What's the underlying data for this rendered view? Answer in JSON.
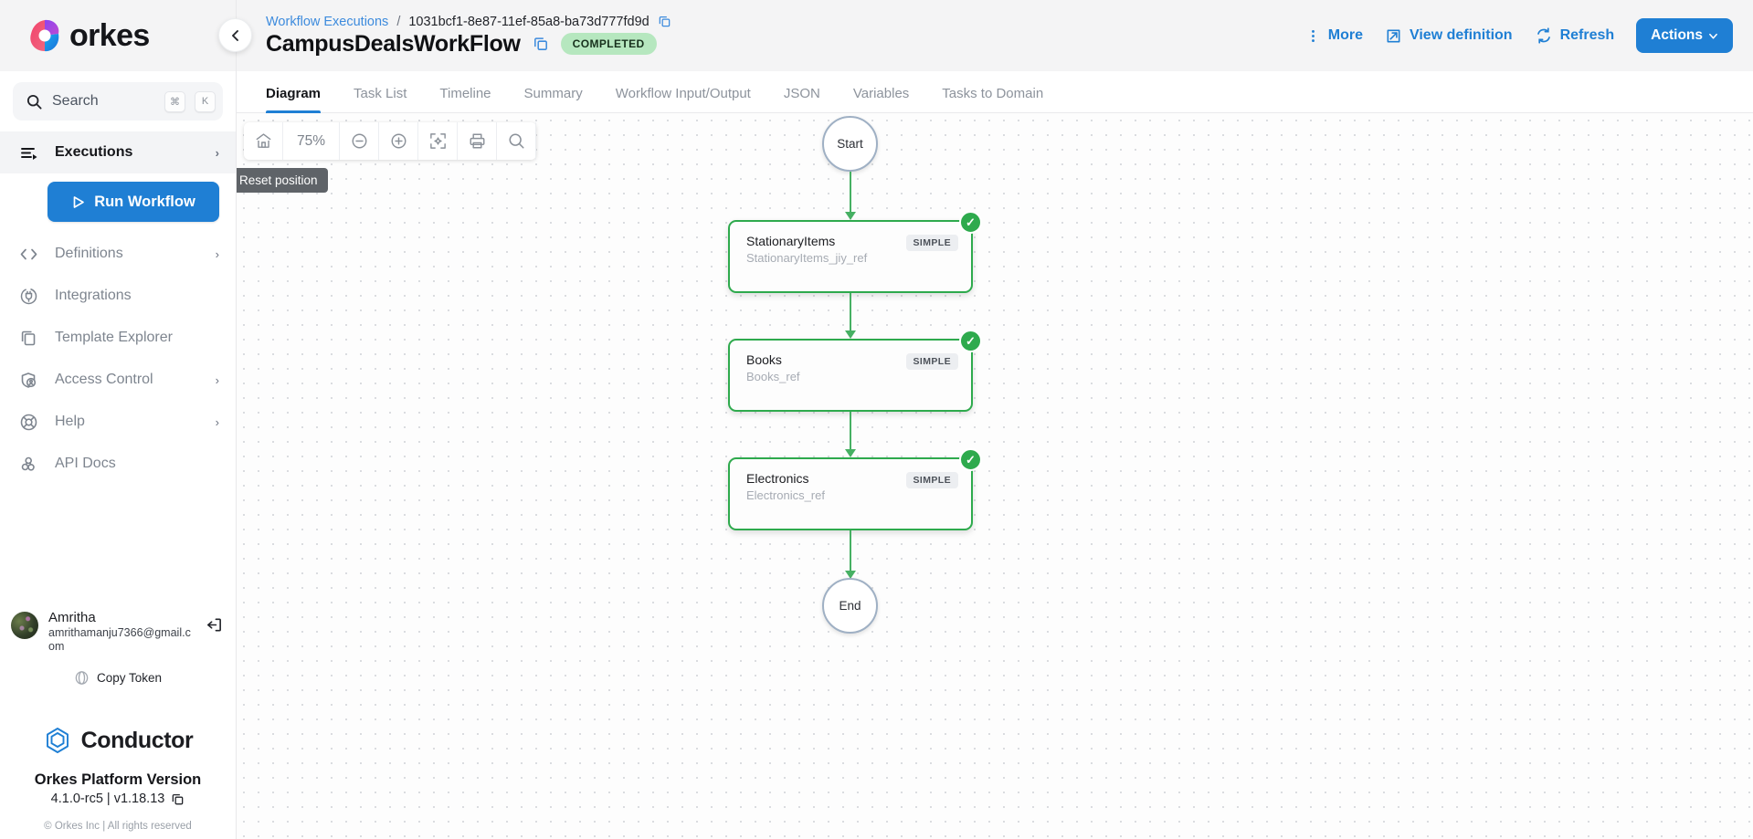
{
  "sidebar": {
    "brand": "orkes",
    "collapse_icon": "chevron-left-icon",
    "search": {
      "placeholder": "Search",
      "kbd_cmd": "⌘",
      "kbd_key": "K",
      "icon": "search-icon"
    },
    "items": [
      {
        "label": "Executions",
        "icon": "executions-icon",
        "active": true,
        "chevron": "›"
      },
      {
        "label": "Definitions",
        "icon": "code-brackets-icon",
        "active": false,
        "chevron": "›"
      },
      {
        "label": "Integrations",
        "icon": "integrations-icon",
        "active": false,
        "chevron": ""
      },
      {
        "label": "Template Explorer",
        "icon": "copy-layers-icon",
        "active": false,
        "chevron": ""
      },
      {
        "label": "Access Control",
        "icon": "shield-user-icon",
        "active": false,
        "chevron": "›"
      },
      {
        "label": "Help",
        "icon": "lifebuoy-icon",
        "active": false,
        "chevron": "›"
      },
      {
        "label": "API Docs",
        "icon": "api-docs-icon",
        "active": false,
        "chevron": ""
      }
    ],
    "run_workflow": {
      "label": "Run Workflow",
      "icon": "play-icon"
    },
    "user": {
      "name": "Amritha",
      "email": "amrithamanju7366@gmail.com",
      "avatar": "user-avatar",
      "logout_icon": "logout-icon"
    },
    "copy_token": {
      "label": "Copy Token",
      "icon": "token-coin-icon"
    },
    "conductor": {
      "label": "Conductor",
      "icon": "conductor-logo-icon"
    },
    "platform_version_title": "Orkes Platform Version",
    "platform_version_value": "4.1.0-rc5 | v1.18.13",
    "version_copy_icon": "copy-icon",
    "copyright": "© Orkes Inc | All rights reserved"
  },
  "header": {
    "breadcrumb_link": "Workflow Executions",
    "breadcrumb_sep": "/",
    "execution_id": "1031bcf1-8e87-11ef-85a8-ba73d777fd9d",
    "execution_id_copy_icon": "copy-icon",
    "title": "CampusDealsWorkFlow",
    "title_copy_icon": "copy-icon",
    "status": "COMPLETED",
    "status_color": "#b6e7bf",
    "accent_color": "#1f7fd4",
    "actions": [
      {
        "label": "More",
        "icon": "kebab-menu-icon"
      },
      {
        "label": "View definition",
        "icon": "external-link-icon"
      },
      {
        "label": "Refresh",
        "icon": "refresh-icon"
      }
    ],
    "actions_button": {
      "label": "Actions",
      "chevron": "⌄"
    }
  },
  "tabs": [
    {
      "label": "Diagram",
      "active": true
    },
    {
      "label": "Task List",
      "active": false
    },
    {
      "label": "Timeline",
      "active": false
    },
    {
      "label": "Summary",
      "active": false
    },
    {
      "label": "Workflow Input/Output",
      "active": false
    },
    {
      "label": "JSON",
      "active": false
    },
    {
      "label": "Variables",
      "active": false
    },
    {
      "label": "Tasks to Domain",
      "active": false
    }
  ],
  "diagram_toolbar": {
    "buttons": [
      {
        "name": "home-icon",
        "label": ""
      },
      {
        "name": "zoom-level",
        "label": "75%"
      },
      {
        "name": "zoom-out-icon",
        "label": ""
      },
      {
        "name": "zoom-in-icon",
        "label": ""
      },
      {
        "name": "fit-view-icon",
        "label": ""
      },
      {
        "name": "print-icon",
        "label": ""
      },
      {
        "name": "search-diagram-icon",
        "label": ""
      }
    ],
    "zoom_level": "75%",
    "tooltip": "Reset position"
  },
  "diagram": {
    "start_node": {
      "label": "Start"
    },
    "end_node": {
      "label": "End"
    },
    "status_color": "#2eaa4d",
    "tasks": [
      {
        "name": "StationaryItems",
        "ref": "StationaryItems_jiy_ref",
        "type": "SIMPLE",
        "status_icon": "check-icon"
      },
      {
        "name": "Books",
        "ref": "Books_ref",
        "type": "SIMPLE",
        "status_icon": "check-icon"
      },
      {
        "name": "Electronics",
        "ref": "Electronics_ref",
        "type": "SIMPLE",
        "status_icon": "check-icon"
      }
    ]
  }
}
